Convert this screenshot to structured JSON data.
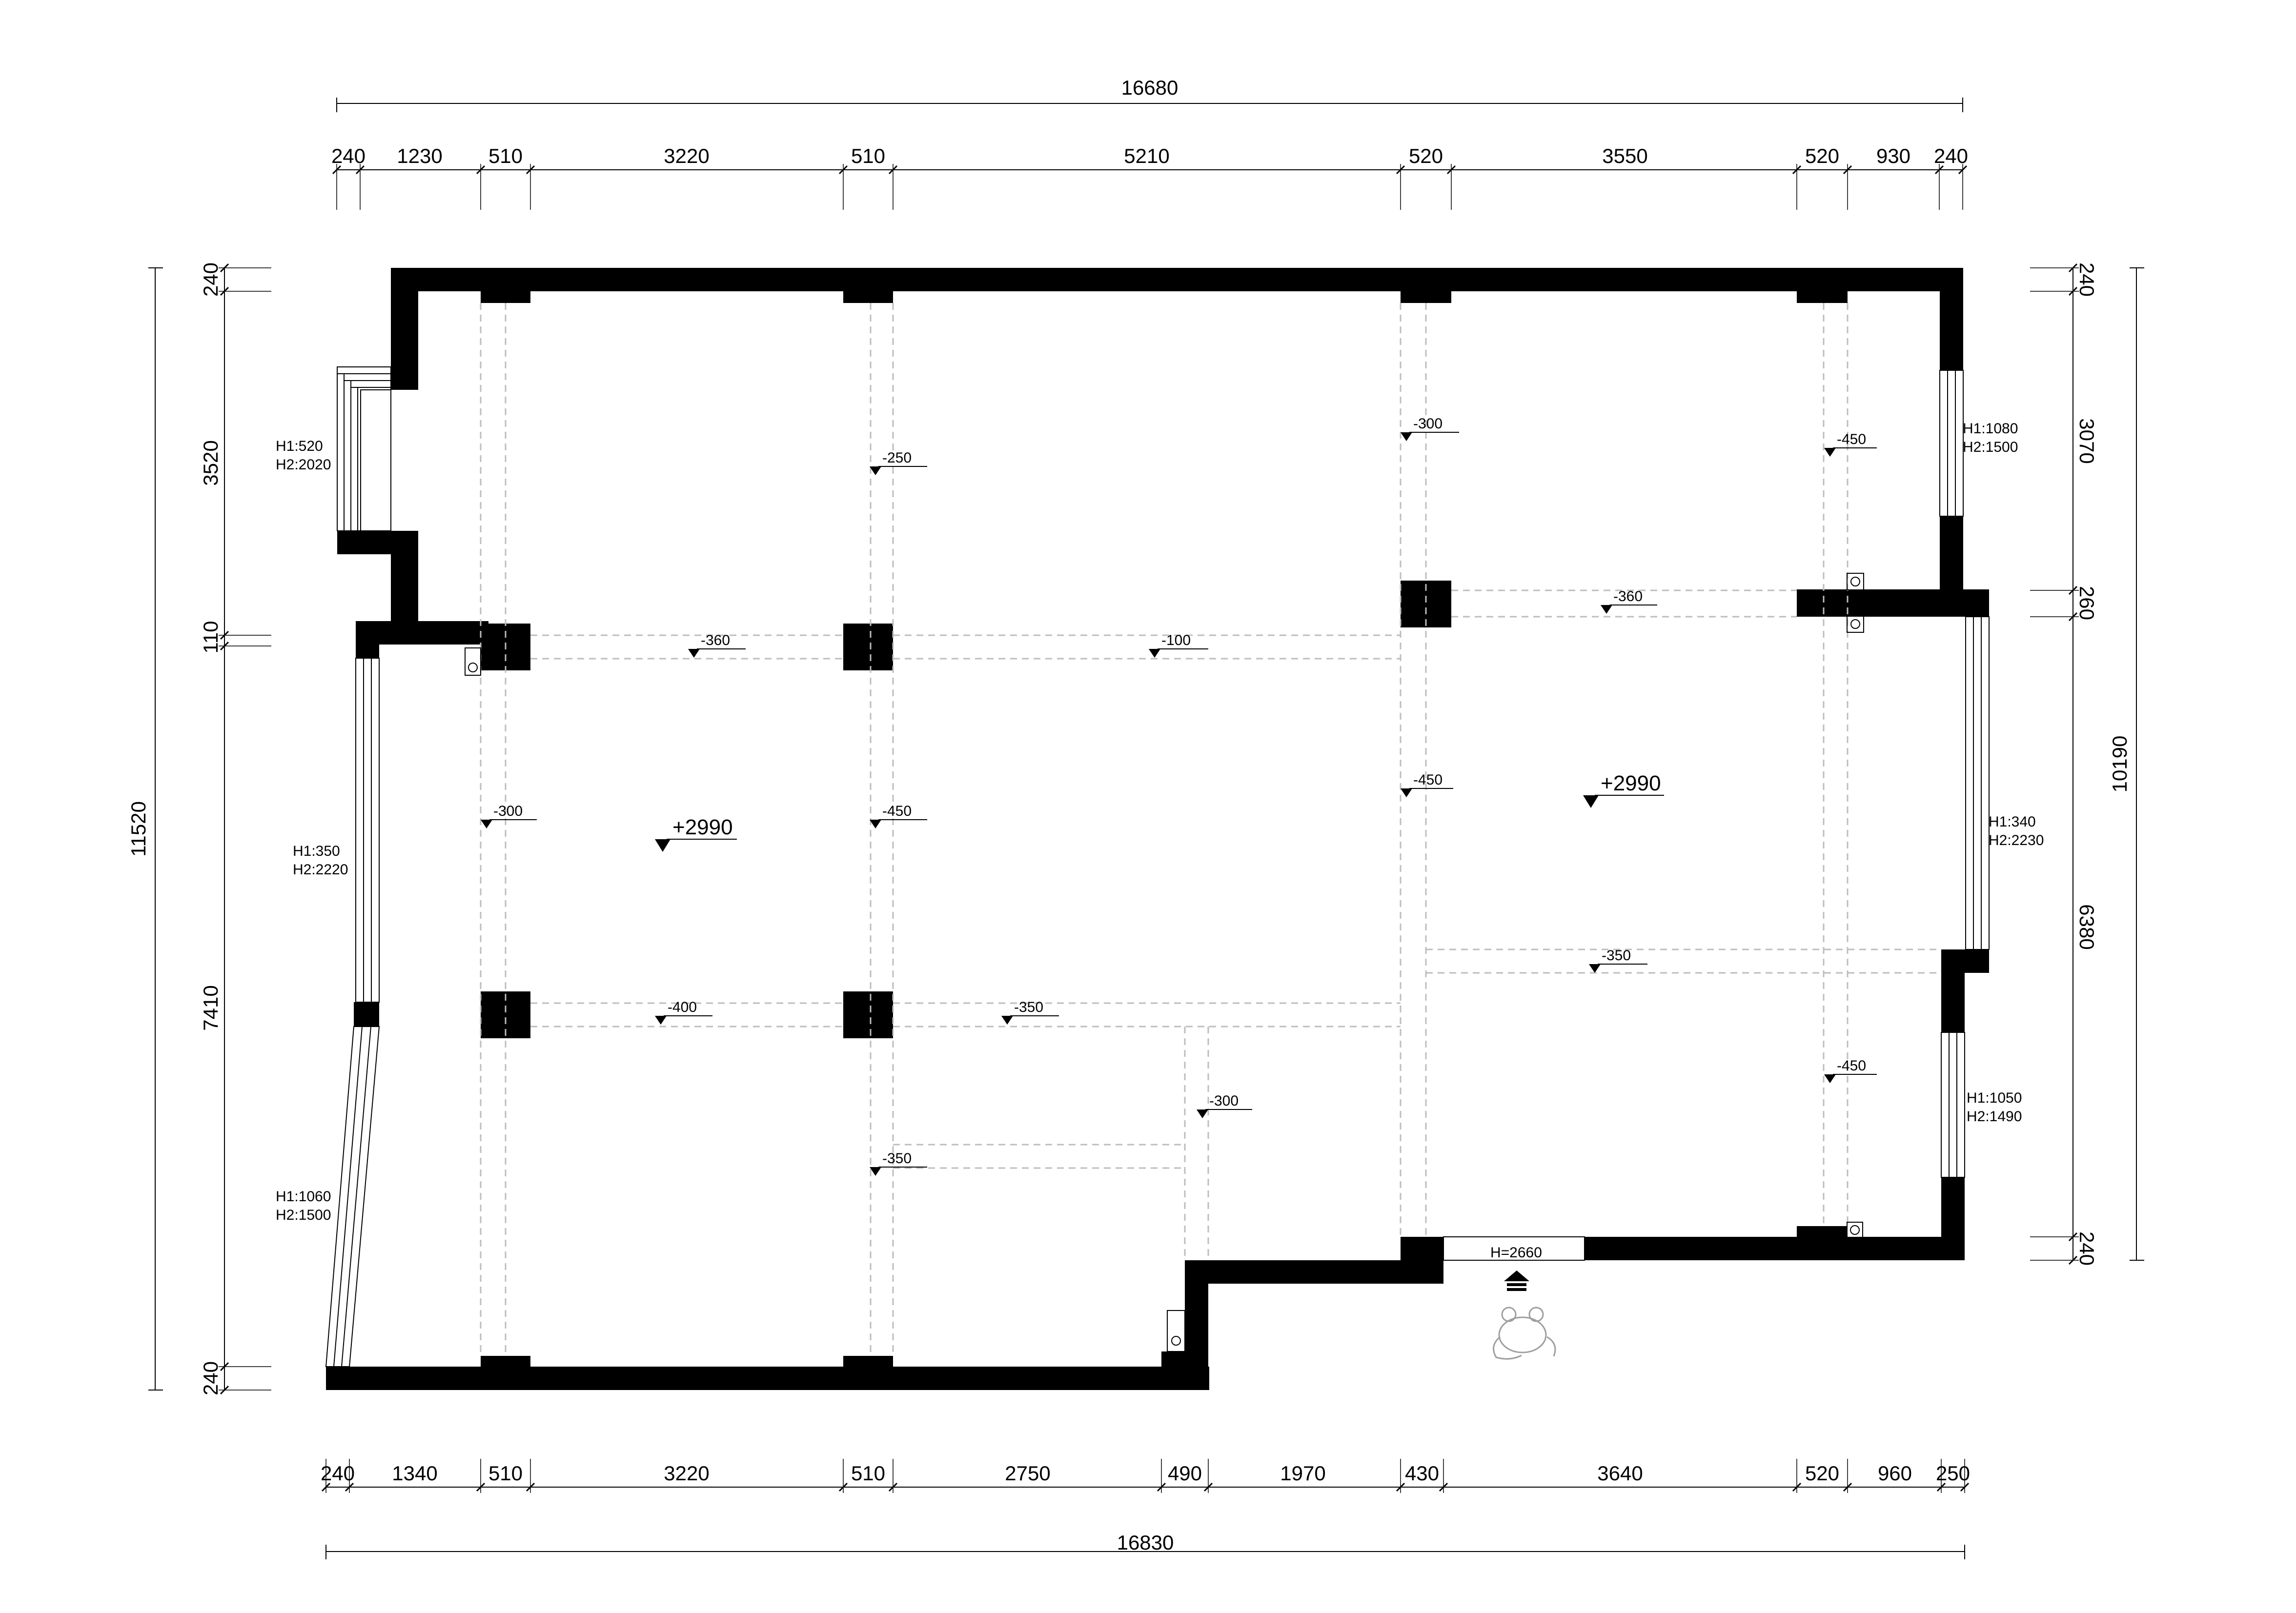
{
  "dimensions": {
    "top_total": "16680",
    "top": [
      "240",
      "1230",
      "510",
      "3220",
      "510",
      "5210",
      "520",
      "3550",
      "520",
      "930",
      "240"
    ],
    "bottom_total": "16830",
    "bottom": [
      "240",
      "1340",
      "510",
      "3220",
      "510",
      "2750",
      "490",
      "1970",
      "430",
      "3640",
      "520",
      "960",
      "250"
    ],
    "left_total": "11520",
    "left": [
      "240",
      "3520",
      "110",
      "7410",
      "240"
    ],
    "right_total": "10190",
    "right": [
      "240",
      "3070",
      "260",
      "6380",
      "240"
    ]
  },
  "windows": [
    {
      "h1": "H1:520",
      "h2": "H2:2020"
    },
    {
      "h1": "H1:350",
      "h2": "H2:2220"
    },
    {
      "h1": "H1:1060",
      "h2": "H2:1500"
    },
    {
      "h1": "H1:1080",
      "h2": "H2:1500"
    },
    {
      "h1": "H1:340",
      "h2": "H2:2230"
    },
    {
      "h1": "H1:1050",
      "h2": "H2:1490"
    }
  ],
  "door": {
    "label": "H=2660"
  },
  "ceiling_height": [
    "+2990",
    "+2990"
  ],
  "beam_levels": [
    "-250",
    "-300",
    "-450",
    "-360",
    "-100",
    "-360",
    "-450",
    "-300",
    "-450",
    "-350",
    "-400",
    "-350",
    "-300",
    "-350",
    "-450"
  ],
  "icons": [
    "entrance-arrow-icon",
    "compass-figure-icon",
    "drain-pipe-icon"
  ]
}
